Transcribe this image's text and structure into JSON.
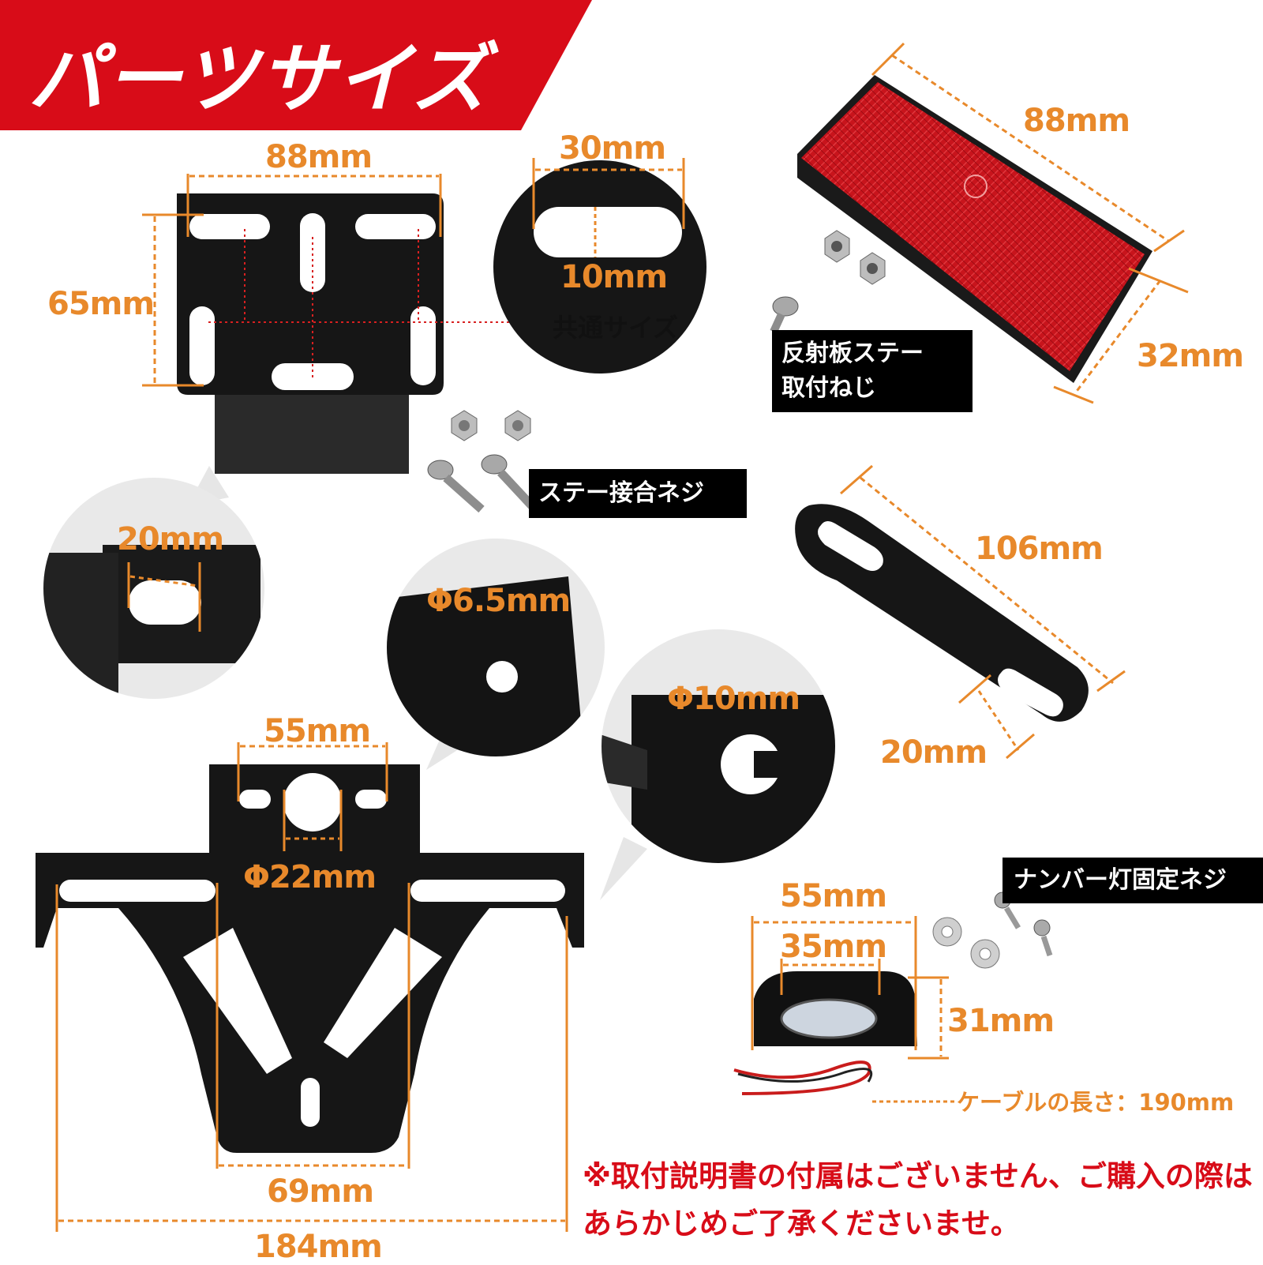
{
  "title": "パーツサイズ",
  "colors": {
    "banner": "#d80c18",
    "dimension_text": "#e8892b",
    "note_text": "#d80c18",
    "plate": "#151515",
    "reflector": "#c8141c"
  },
  "dimensions": {
    "top_bracket_width": "88mm",
    "top_bracket_height": "65mm",
    "slot_width": "30mm",
    "slot_height": "10mm",
    "common_size": "共通サイズ",
    "stay_slot": "20mm",
    "hole_small": "Φ6.5mm",
    "hole_large": "Φ10mm",
    "main_top_spacing": "55mm",
    "main_center_hole": "Φ22mm",
    "main_bottom_spacing": "69mm",
    "main_total_width": "184mm",
    "reflector_length": "88mm",
    "reflector_height": "32mm",
    "stay_length": "106mm",
    "stay_width": "20mm",
    "lamp_width": "55mm",
    "lamp_spacing": "35mm",
    "lamp_height": "31mm",
    "cable_length": "ケーブルの長さ：190mm"
  },
  "labels": {
    "reflector_screw": [
      "反射板ステー",
      "取付ねじ"
    ],
    "stay_screw": "ステー接合ネジ",
    "lamp_screw": "ナンバー灯固定ネジ"
  },
  "note": "※取付説明書の付属はございません、ご購入の際はあらかじめご了承くださいませ。"
}
